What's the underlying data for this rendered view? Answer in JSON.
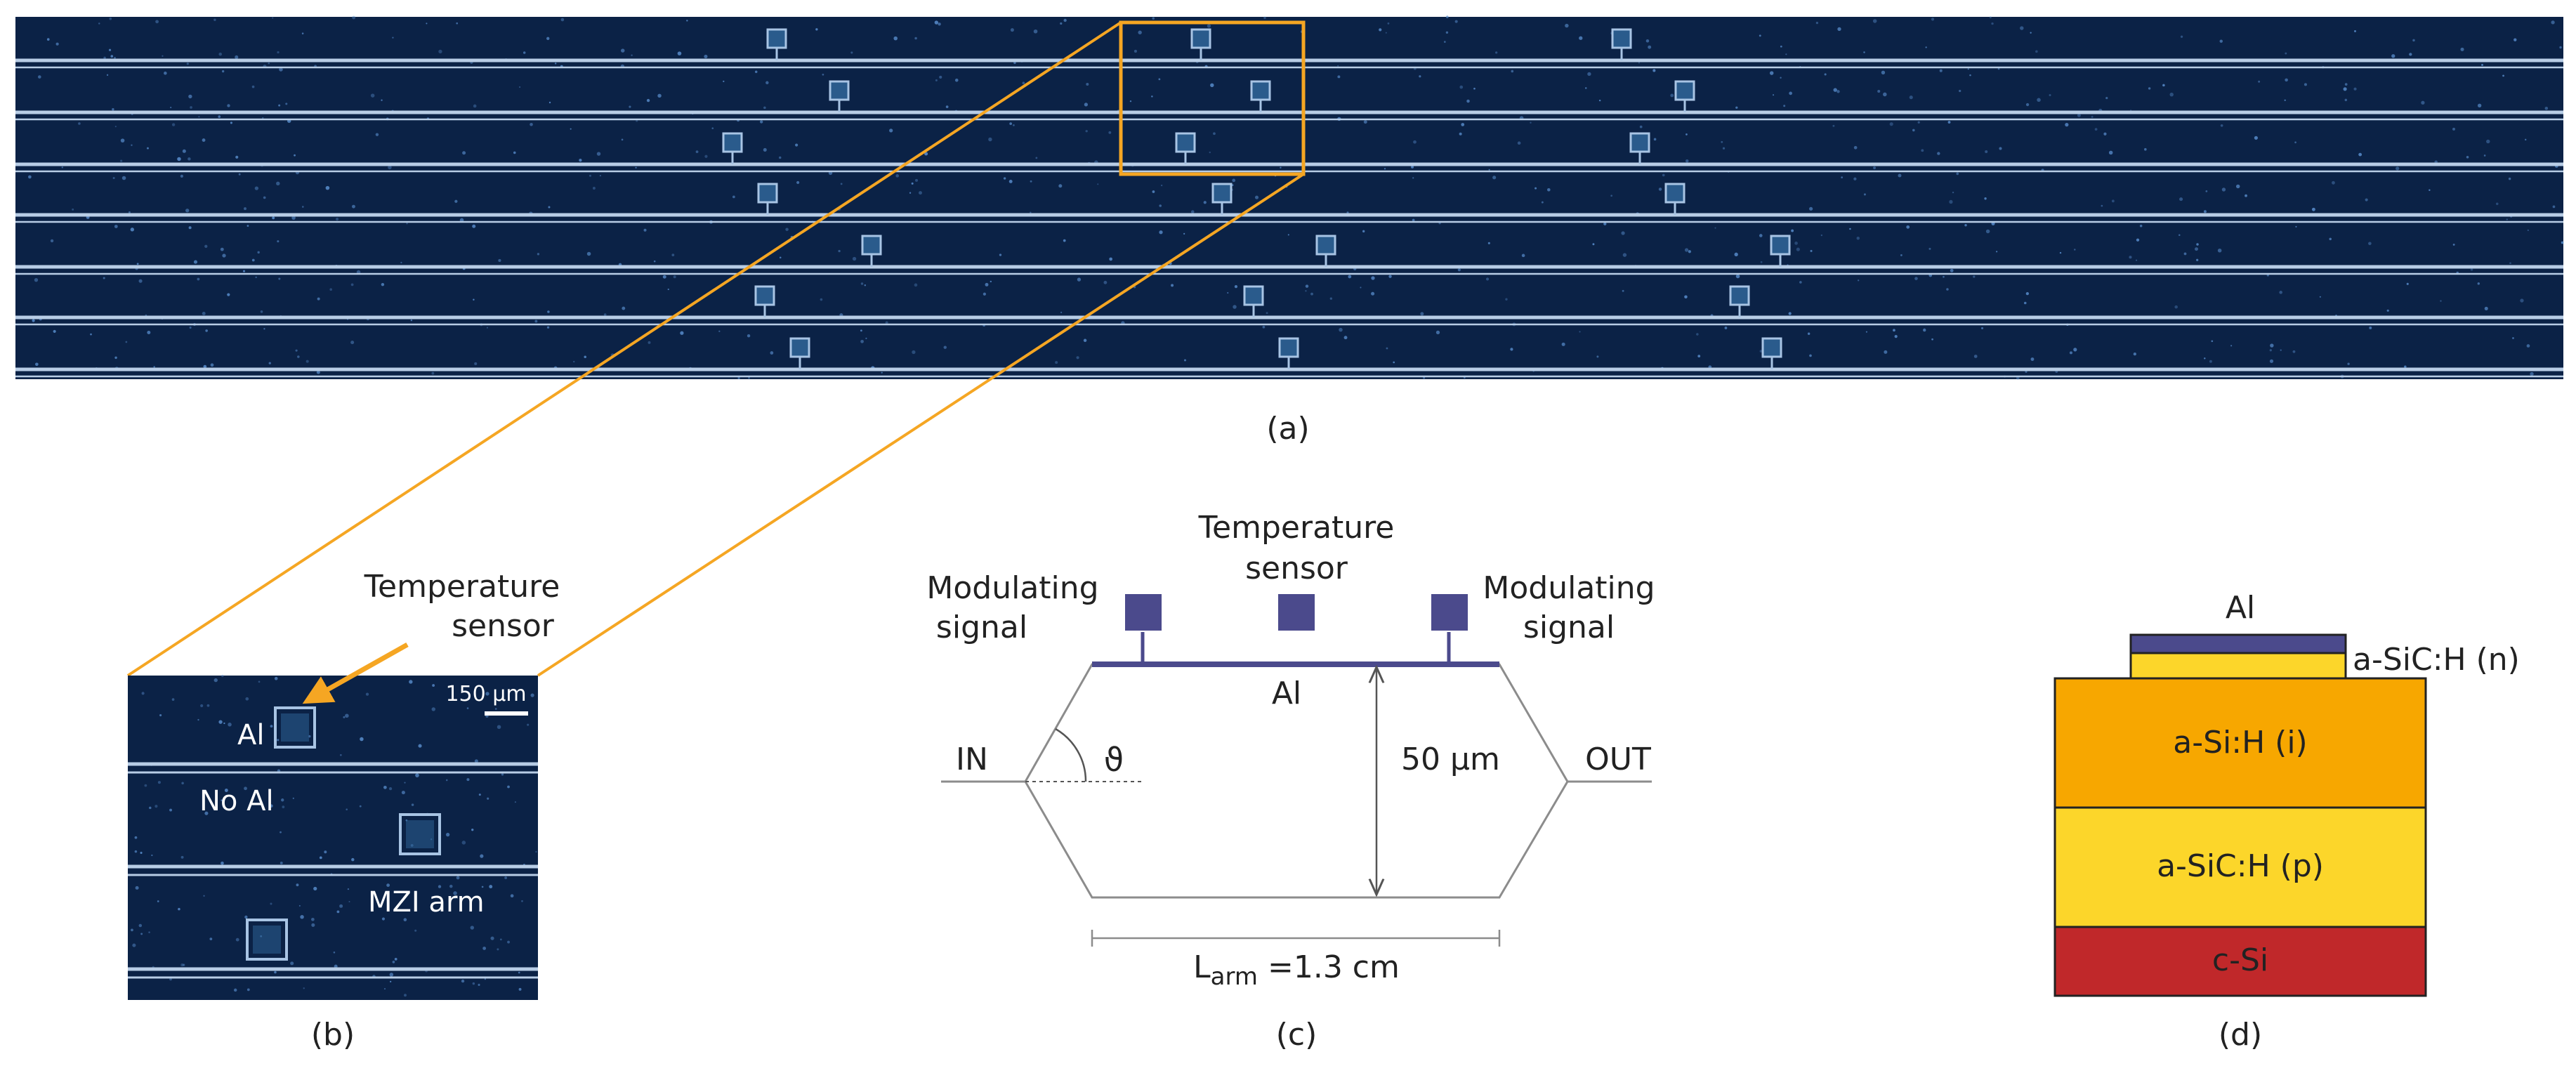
{
  "panels": {
    "a": {
      "caption": "(a)",
      "rows": [
        {
          "pads": 3
        },
        {
          "pads": 3
        },
        {
          "pads": 3
        },
        {
          "pads": 3
        },
        {
          "pads": 3
        },
        {
          "pads": 3
        },
        {
          "pads": 3
        }
      ]
    },
    "b": {
      "caption": "(b)",
      "callout": [
        "Temperature",
        "sensor"
      ],
      "scale_bar": "150 μm",
      "labels": {
        "al": "Al",
        "no_al": "No Al",
        "arm": "MZI arm"
      }
    },
    "c": {
      "caption": "(c)",
      "temp_sensor": [
        "Temperature",
        "sensor"
      ],
      "mod_left": [
        "Modulating",
        "signal"
      ],
      "mod_right": [
        "Modulating",
        "signal"
      ],
      "al": "Al",
      "in": "IN",
      "out": "OUT",
      "angle": "ϑ",
      "height": "50 μm",
      "length_prefix": "L",
      "length_sub": "arm",
      "length_value": " =1.3 cm"
    },
    "d": {
      "caption": "(d)",
      "layers": {
        "al": "Al",
        "n": "a-SiC:H (n)",
        "i": "a-Si:H (i)",
        "p": "a-SiC:H (p)",
        "sub": "c-Si"
      }
    }
  },
  "colors": {
    "micrograph": "#0b2246",
    "waveguide": "#b8cde6",
    "highlight": "#f5a623",
    "pad": "#4b4a8c",
    "al_layer": "#4b4a8c",
    "n_layer": "#fcd62a",
    "i_layer": "#f7a700",
    "p_layer": "#fcd62a",
    "si_layer": "#c0282a",
    "line": "#8c8c8c"
  }
}
